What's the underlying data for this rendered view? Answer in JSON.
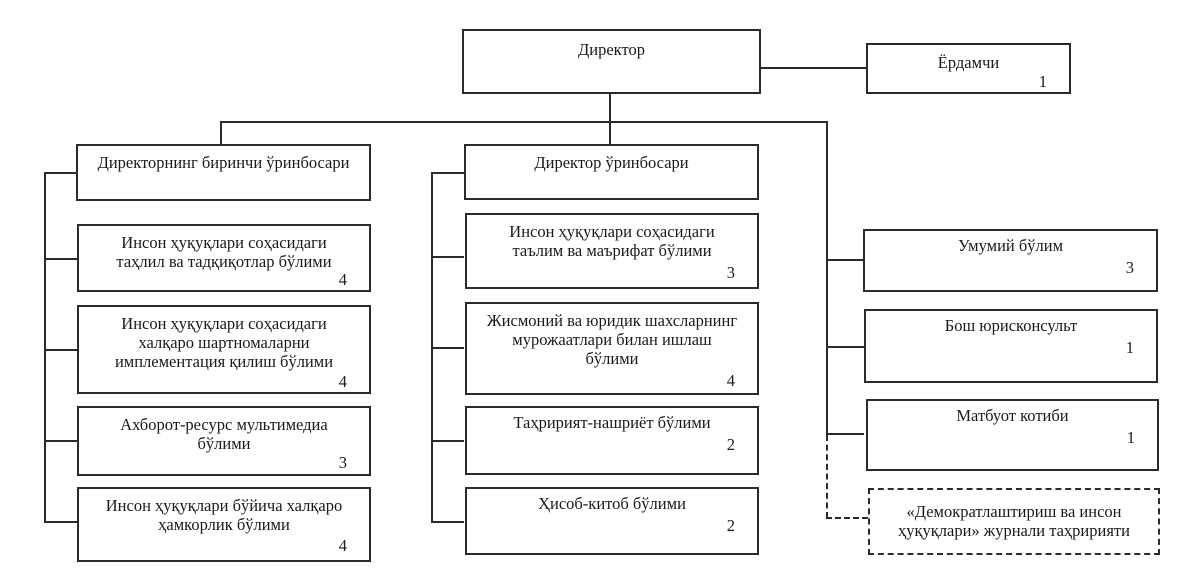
{
  "org_chart": {
    "director": {
      "label": "Директор"
    },
    "assistant": {
      "label": "Ёрдамчи",
      "count": "1"
    },
    "first_deputy": {
      "label": "Директорнинг биринчи ўринбосари",
      "departments": [
        {
          "label": "Инсон ҳуқуқлари соҳасидаги\nтаҳлил ва тадқиқотлар бўлими",
          "count": "4"
        },
        {
          "label": "Инсон ҳуқуқлари соҳасидаги\nхалқаро шартномаларни\nимплементация қилиш бўлими",
          "count": "4"
        },
        {
          "label": "Ахборот-ресурс мультимедиа\nбўлими",
          "count": "3"
        },
        {
          "label": "Инсон ҳуқуқлари бўйича халқаро\nҳамкорлик бўлими",
          "count": "4"
        }
      ]
    },
    "deputy": {
      "label": "Директор ўринбосари",
      "departments": [
        {
          "label": "Инсон ҳуқуқлари соҳасидаги\nтаълим ва маърифат бўлими",
          "count": "3"
        },
        {
          "label": "Жисмоний ва юридик шахсларнинг\nмурожаатлари билан ишлаш\nбўлими",
          "count": "4"
        },
        {
          "label": "Таҳририят-нашриёт бўлими",
          "count": "2"
        },
        {
          "label": "Ҳисоб-китоб бўлими",
          "count": "2"
        }
      ]
    },
    "direct_units": [
      {
        "label": "Умумий бўлим",
        "count": "3"
      },
      {
        "label": "Бош юрисконсульт",
        "count": "1"
      },
      {
        "label": "Матбуот котиби",
        "count": "1"
      }
    ],
    "affiliated_unit": {
      "label": "«Демократлаштириш ва инсон\nҳуқуқлари» журнали таҳририяти"
    }
  }
}
